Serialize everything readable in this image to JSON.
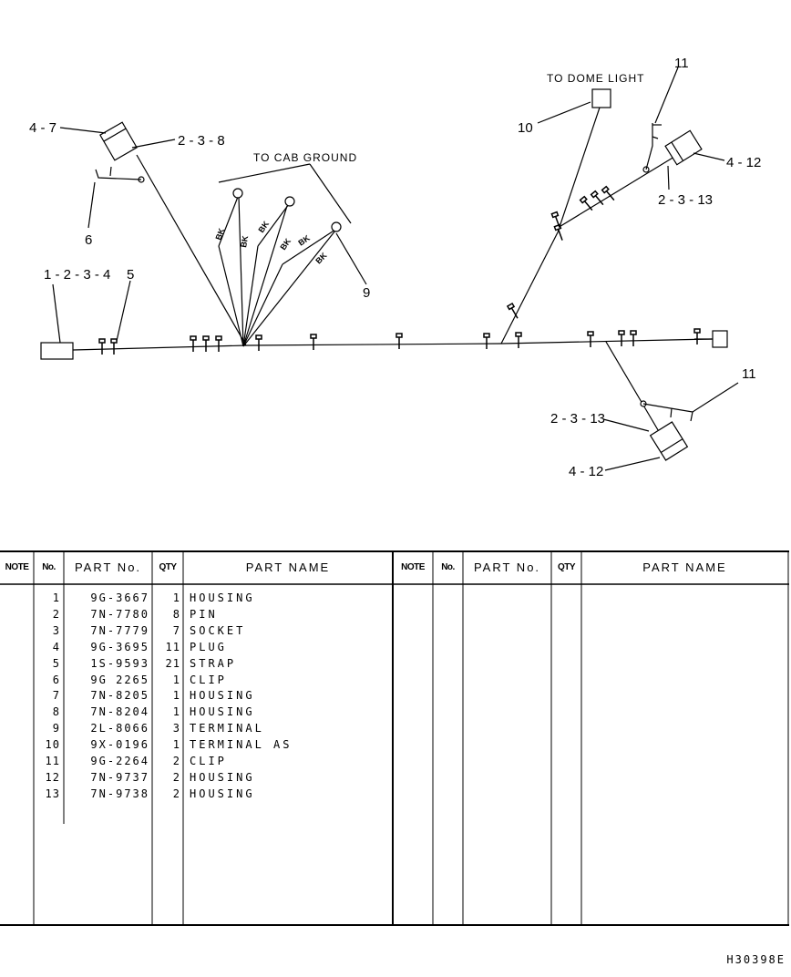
{
  "diagram": {
    "captions": {
      "dome_light": "TO DOME LIGHT",
      "cab_ground": "TO CAB GROUND"
    },
    "callouts": {
      "c_4_7": "4 - 7",
      "c_2_3_8": "2 - 3 - 8",
      "c_6": "6",
      "c_1_2_3_4": "1 - 2 - 3 - 4",
      "c_5": "5",
      "c_9": "9",
      "c_10": "10",
      "c_11_top": "11",
      "c_4_12_top": "4 - 12",
      "c_2_3_13_top": "2 - 3 - 13",
      "c_11_bottom": "11",
      "c_2_3_13_bottom": "2 - 3 - 13",
      "c_4_12_bottom": "4 - 12"
    },
    "wire_label": "BK"
  },
  "table": {
    "headers": {
      "note": "NOTE",
      "no": "No.",
      "part_no": "PART No.",
      "qty": "QTY",
      "part_name": "PART NAME"
    },
    "rows": [
      {
        "no": "1",
        "part_no": "9G-3667",
        "qty": "1",
        "name": "HOUSING"
      },
      {
        "no": "2",
        "part_no": "7N-7780",
        "qty": "8",
        "name": "PIN"
      },
      {
        "no": "3",
        "part_no": "7N-7779",
        "qty": "7",
        "name": "SOCKET"
      },
      {
        "no": "4",
        "part_no": "9G-3695",
        "qty": "11",
        "name": "PLUG"
      },
      {
        "no": "5",
        "part_no": "1S-9593",
        "qty": "21",
        "name": "STRAP"
      },
      {
        "no": "6",
        "part_no": "9G 2265",
        "qty": "1",
        "name": "CLIP"
      },
      {
        "no": "7",
        "part_no": "7N-8205",
        "qty": "1",
        "name": "HOUSING"
      },
      {
        "no": "8",
        "part_no": "7N-8204",
        "qty": "1",
        "name": "HOUSING"
      },
      {
        "no": "9",
        "part_no": "2L-8066",
        "qty": "3",
        "name": "TERMINAL"
      },
      {
        "no": "10",
        "part_no": "9X-0196",
        "qty": "1",
        "name": "TERMINAL AS"
      },
      {
        "no": "11",
        "part_no": "9G-2264",
        "qty": "2",
        "name": "CLIP"
      },
      {
        "no": "12",
        "part_no": "7N-9737",
        "qty": "2",
        "name": "HOUSING"
      },
      {
        "no": "13",
        "part_no": "7N-9738",
        "qty": "2",
        "name": "HOUSING"
      }
    ]
  },
  "drawing_number": "H30398E"
}
